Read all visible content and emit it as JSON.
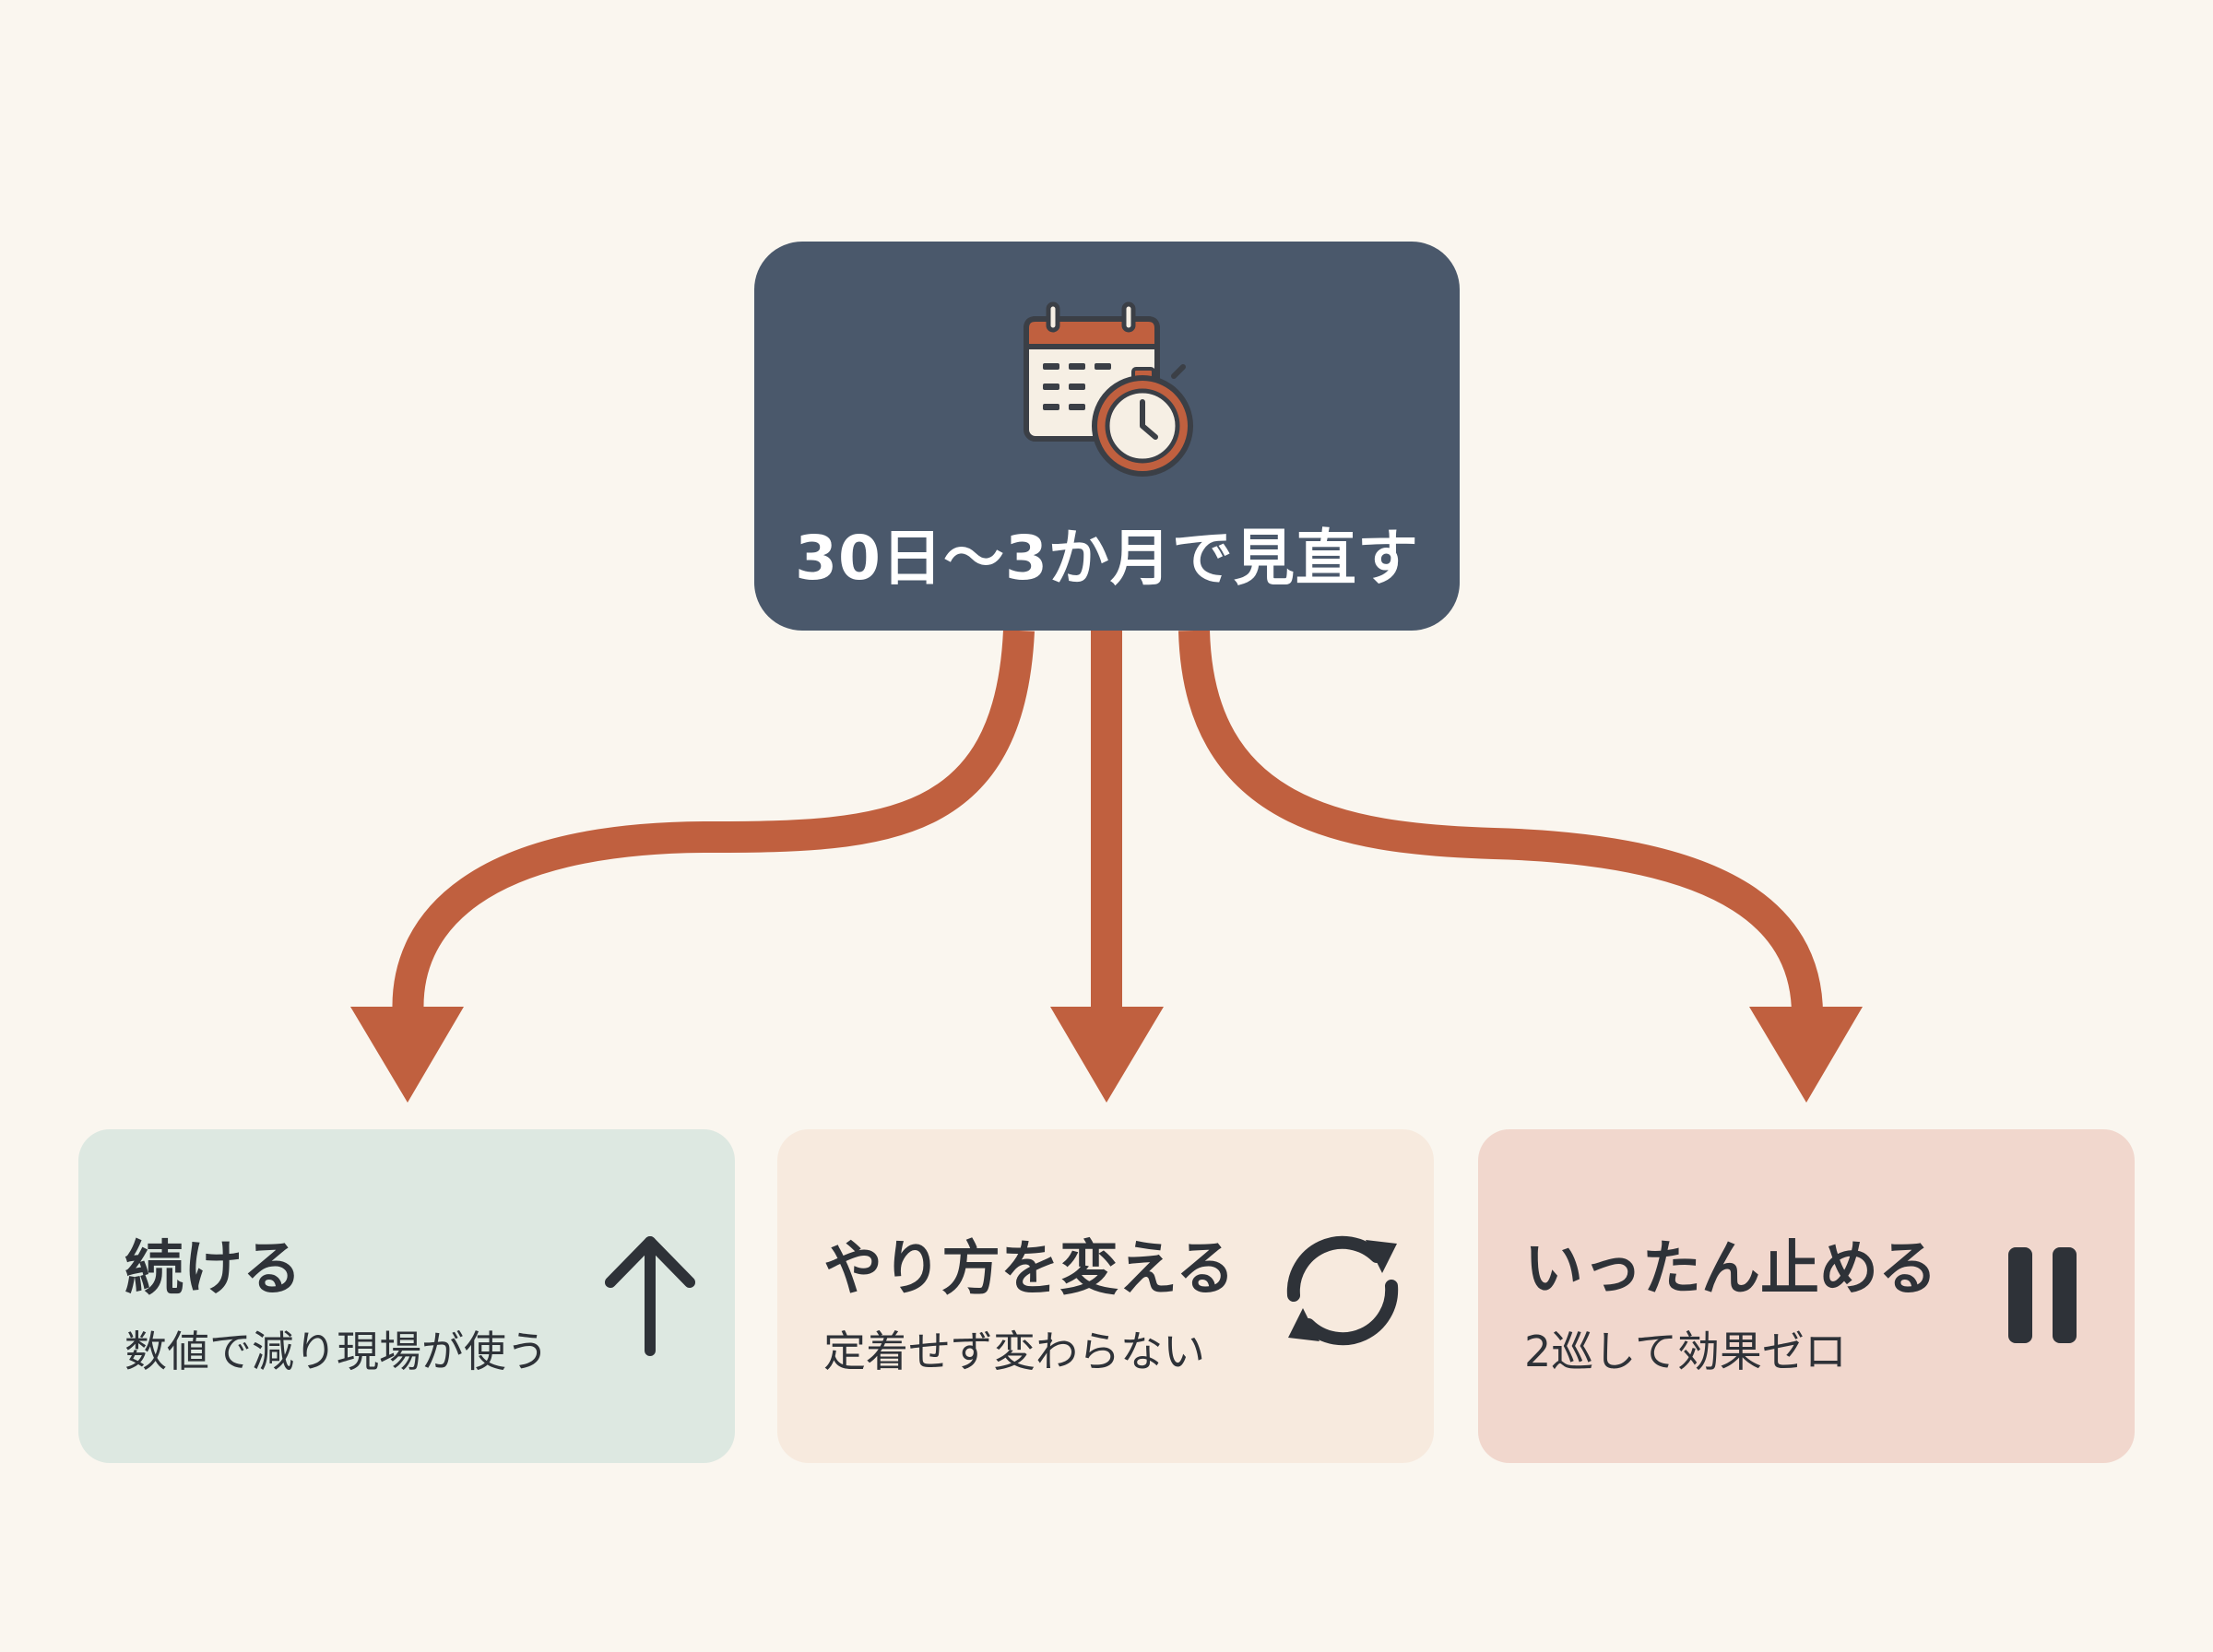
{
  "root": {
    "title": "30日〜3か月で見直す",
    "icon": "calendar-stopwatch-icon"
  },
  "branches": [
    {
      "title": "続ける",
      "subtitle": "数値で減り現場が使う",
      "icon": "arrow-up-icon",
      "color": "#dde8e1"
    },
    {
      "title": "やり方を変える",
      "subtitle": "定着せず変わらない",
      "icon": "refresh-icon",
      "color": "#f7eade"
    },
    {
      "title": "いったん止める",
      "subtitle": "2巡して効果ゼロ",
      "icon": "pause-icon",
      "color": "#f1d7cd"
    }
  ],
  "colors": {
    "background": "#faf6ef",
    "root_box": "#4a586b",
    "arrow": "#c0603f",
    "text_dark": "#2e3238"
  }
}
